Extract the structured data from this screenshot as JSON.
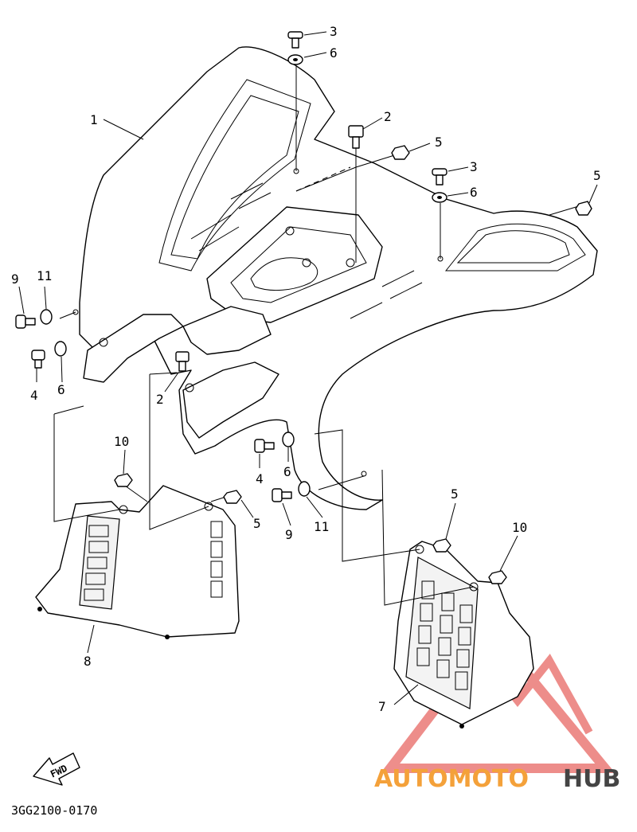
{
  "diagram": {
    "callouts": [
      {
        "id": "c1",
        "text": "1"
      },
      {
        "id": "c2a",
        "text": "2"
      },
      {
        "id": "c2b",
        "text": "2"
      },
      {
        "id": "c3a",
        "text": "3"
      },
      {
        "id": "c3b",
        "text": "3"
      },
      {
        "id": "c4a",
        "text": "4"
      },
      {
        "id": "c4b",
        "text": "4"
      },
      {
        "id": "c5a",
        "text": "5"
      },
      {
        "id": "c5b",
        "text": "5"
      },
      {
        "id": "c5c",
        "text": "5"
      },
      {
        "id": "c5d",
        "text": "5"
      },
      {
        "id": "c6a",
        "text": "6"
      },
      {
        "id": "c6b",
        "text": "6"
      },
      {
        "id": "c6c",
        "text": "6"
      },
      {
        "id": "c6d",
        "text": "6"
      },
      {
        "id": "c7",
        "text": "7"
      },
      {
        "id": "c8",
        "text": "8"
      },
      {
        "id": "c9a",
        "text": "9"
      },
      {
        "id": "c9b",
        "text": "9"
      },
      {
        "id": "c10a",
        "text": "10"
      },
      {
        "id": "c10b",
        "text": "10"
      },
      {
        "id": "c11a",
        "text": "11"
      },
      {
        "id": "c11b",
        "text": "11"
      }
    ],
    "fwd_label": "FWD",
    "drawing_code": "3GG2100-0170"
  },
  "watermark": {
    "part1": "AUTOMOTO",
    "part2": "HUB",
    "color_primary": "#f4a13a",
    "color_secondary": "#444444",
    "triangle_color": "#e0312b"
  }
}
